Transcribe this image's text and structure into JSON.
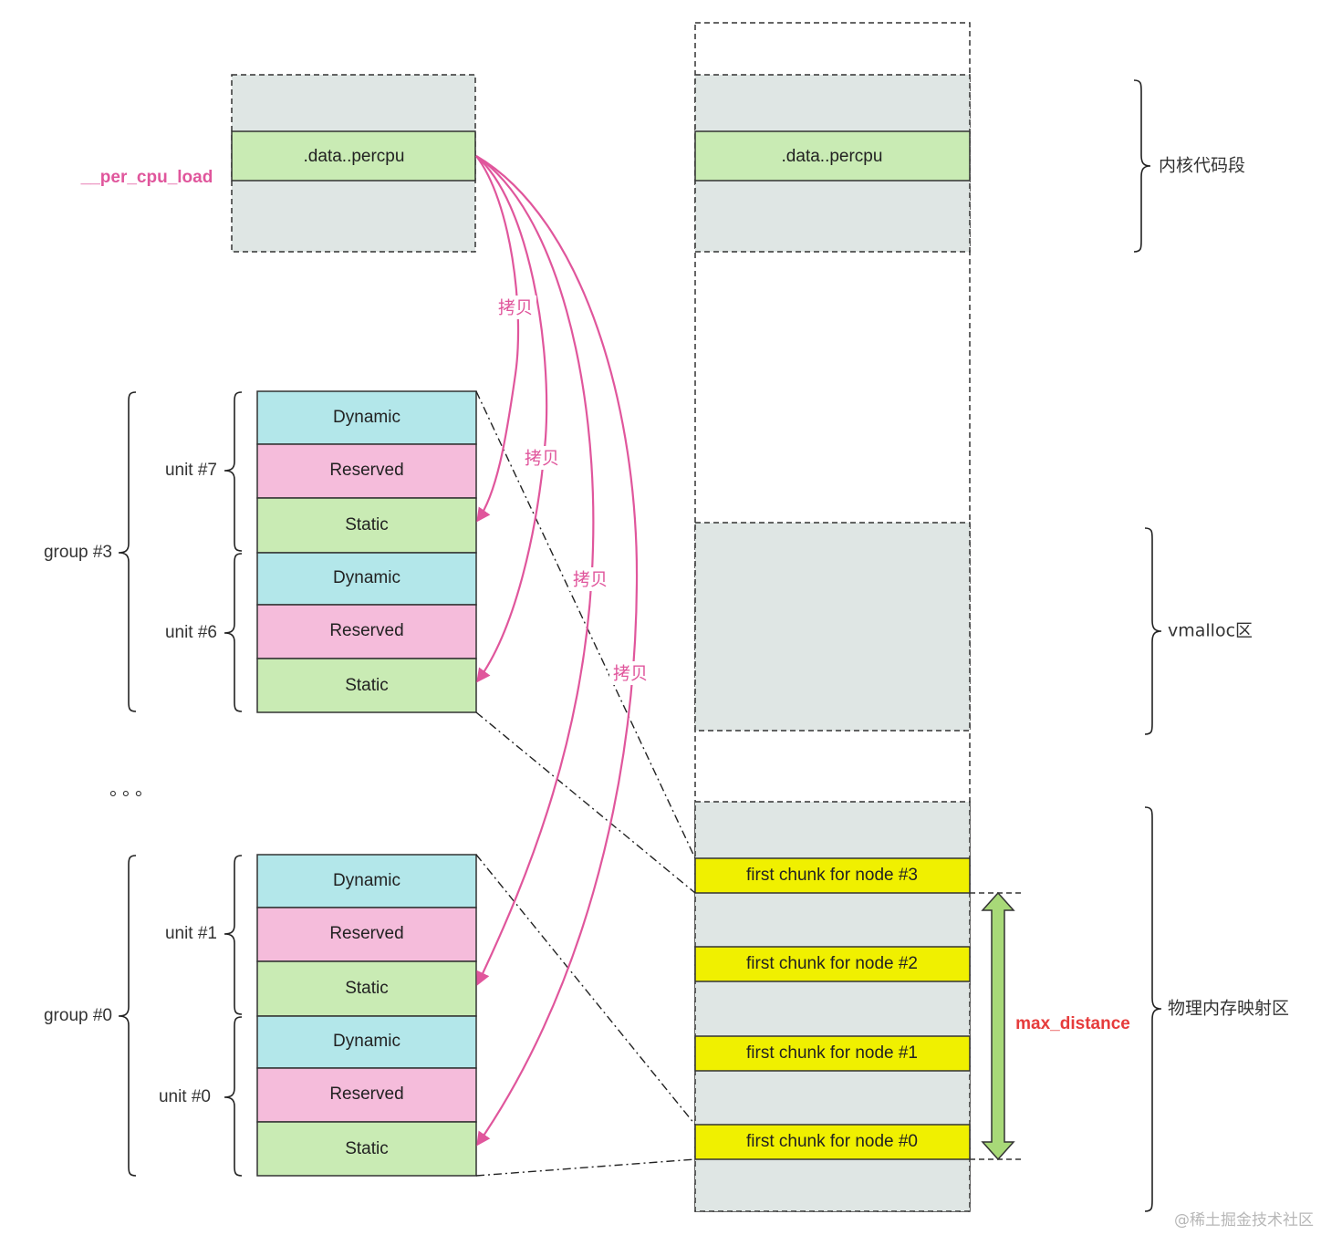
{
  "top_block": {
    "symbol_label": "__per_cpu_load",
    "section_label": ".data..percpu"
  },
  "right_column": {
    "section_label": ".data..percpu",
    "regions": {
      "kernel_code": "内核代码段",
      "vmalloc": "vmalloc区",
      "physical_map": "物理内存映射区"
    },
    "chunks": [
      "first chunk for node #3",
      "first chunk for node #2",
      "first chunk for node #1",
      "first chunk for node #0"
    ],
    "distance_label": "max_distance"
  },
  "groups": [
    {
      "label": "group #3",
      "units": [
        {
          "label": "unit #7",
          "blocks": [
            "Dynamic",
            "Reserved",
            "Static"
          ]
        },
        {
          "label": "unit #6",
          "blocks": [
            "Dynamic",
            "Reserved",
            "Static"
          ]
        }
      ]
    },
    {
      "label": "group #0",
      "units": [
        {
          "label": "unit #1",
          "blocks": [
            "Dynamic",
            "Reserved",
            "Static"
          ]
        },
        {
          "label": "unit #0",
          "blocks": [
            "Dynamic",
            "Reserved",
            "Static"
          ]
        }
      ]
    }
  ],
  "ellipsis": "。。。",
  "copy_label": "拷贝",
  "watermark": "@稀土掘金技术社区",
  "colors": {
    "dynamic": "#b3e7ea",
    "reserved": "#f5bcdb",
    "static": "#c9ebb4",
    "chunk": "#f0f000",
    "region_fill": "#dfe6e4",
    "copy_arrow": "#e0569c",
    "distance_arrow": "#a8d978",
    "distance_text": "#e63c3c"
  }
}
